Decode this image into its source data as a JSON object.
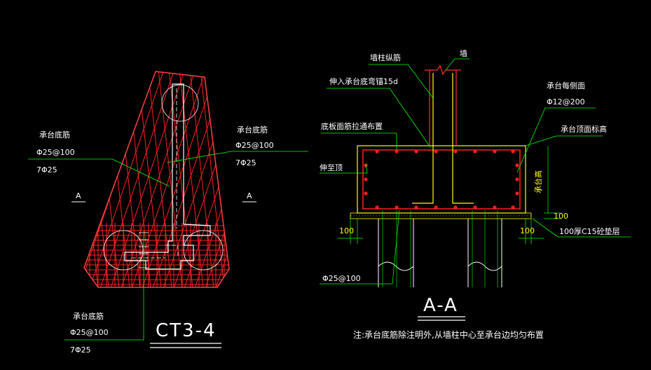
{
  "colors": {
    "background": "#000000",
    "rebar": "#ff2020",
    "outline": "#ffff00",
    "leader": "#00ff00",
    "pile": "#ffffff",
    "text": "#ffffff",
    "wall": "#ff3030"
  },
  "left_view": {
    "title": "CT3-4",
    "section_mark_left": "A",
    "section_mark_right": "A",
    "label_left": {
      "line1": "承台底筋",
      "line2": "Φ25@100",
      "line3": "7Φ25"
    },
    "label_right": {
      "line1": "承台底筋",
      "line2": "Φ25@100",
      "line3": "7Φ25"
    },
    "label_bottom": {
      "line1": "承台底筋",
      "line2": "Φ25@100",
      "line3": "7Φ25"
    }
  },
  "right_view": {
    "title": "A-A",
    "labels": {
      "wall_rebar": "墙柱纵筋",
      "wall": "墙",
      "anchor": "伸入承台底弯锚15d",
      "side_bars": "承台每侧面",
      "side_bars_spec": "Φ12@200",
      "top_bars": "底板面筋拉通布置",
      "top_elevation": "承台顶面标高",
      "extend_to_top": "伸至顶",
      "height": "承台高",
      "cushion": "100厚C15砼垫层",
      "dim_left": "100",
      "dim_right": "100",
      "bottom_bars": "Φ25@100"
    },
    "note": "注:承台底筋除注明外,从墙柱中心至承台边均匀布置"
  }
}
